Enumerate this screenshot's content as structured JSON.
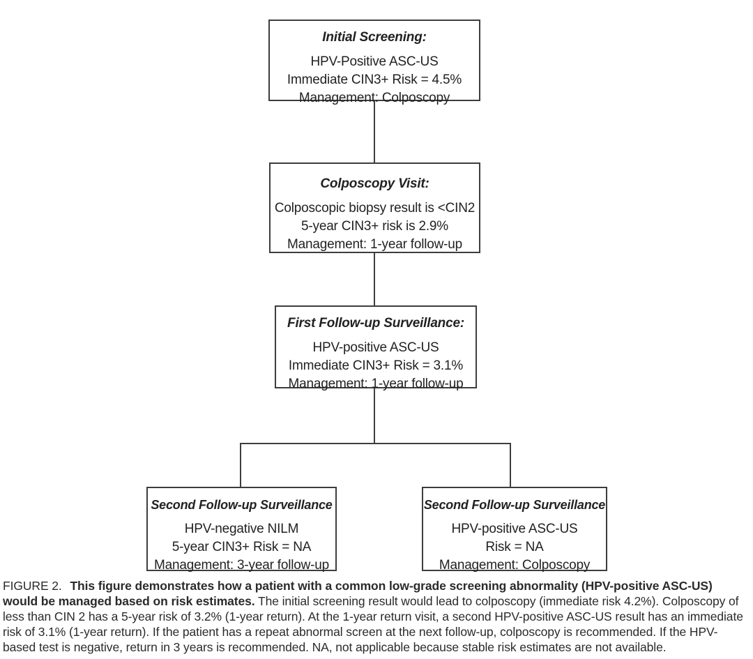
{
  "figure": {
    "boxes": [
      {
        "title": "Initial Screening:",
        "lines": [
          "HPV-Positive ASC-US",
          "Immediate CIN3+ Risk = 4.5%",
          "Management: Colposcopy"
        ]
      },
      {
        "title": "Colposcopy Visit:",
        "lines": [
          "Colposcopic biopsy result is <CIN2",
          "5-year CIN3+ risk is 2.9%",
          "Management: 1-year follow-up"
        ]
      },
      {
        "title": "First Follow-up Surveillance:",
        "lines": [
          "HPV-positive ASC-US",
          "Immediate CIN3+ Risk = 3.1%",
          "Management: 1-year follow-up"
        ]
      },
      {
        "title": "Second Follow-up Surveillance",
        "lines": [
          "HPV-negative NILM",
          "5-year CIN3+ Risk = NA",
          "Management: 3-year follow-up"
        ]
      },
      {
        "title": "Second Follow-up Surveillance",
        "lines": [
          "HPV-positive ASC-US",
          "Risk = NA",
          "Management: Colposcopy"
        ]
      }
    ],
    "caption": {
      "label": "FIGURE 2.",
      "bold_text": "This figure demonstrates how a patient with a common low-grade screening abnormality (HPV-positive ASC-US) would be managed based on risk estimates.",
      "body_text": "The initial screening result would lead to colposcopy (immediate risk 4.2%). Colposcopy of less than CIN 2 has a 5-year risk of 3.2% (1-year return). At the 1-year return visit, a second HPV-positive ASC-US result has an immediate risk of 3.1% (1-year return). If the patient has a repeat abnormal screen at the next follow-up, colposcopy is recommended. If the HPV-based test is negative, return in 3 years is recommended. NA, not applicable because stable risk estimates are not available."
    },
    "colors": {
      "box_border": "#3d3d3d",
      "text": "#222222"
    }
  }
}
